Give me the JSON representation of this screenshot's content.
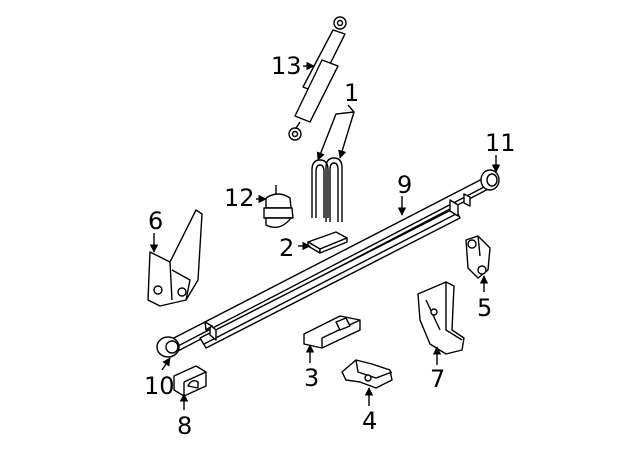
{
  "diagram": {
    "callouts": [
      {
        "number": "1",
        "part": "u-bolts"
      },
      {
        "number": "2",
        "part": "spacer-plate"
      },
      {
        "number": "3",
        "part": "bracket"
      },
      {
        "number": "4",
        "part": "bracket"
      },
      {
        "number": "5",
        "part": "shackle"
      },
      {
        "number": "6",
        "part": "front-hanger"
      },
      {
        "number": "7",
        "part": "rear-hanger"
      },
      {
        "number": "8",
        "part": "clamp"
      },
      {
        "number": "9",
        "part": "leaf-spring"
      },
      {
        "number": "10",
        "part": "bushing"
      },
      {
        "number": "11",
        "part": "bushing"
      },
      {
        "number": "12",
        "part": "bump-stop"
      },
      {
        "number": "13",
        "part": "shock-absorber"
      }
    ]
  }
}
